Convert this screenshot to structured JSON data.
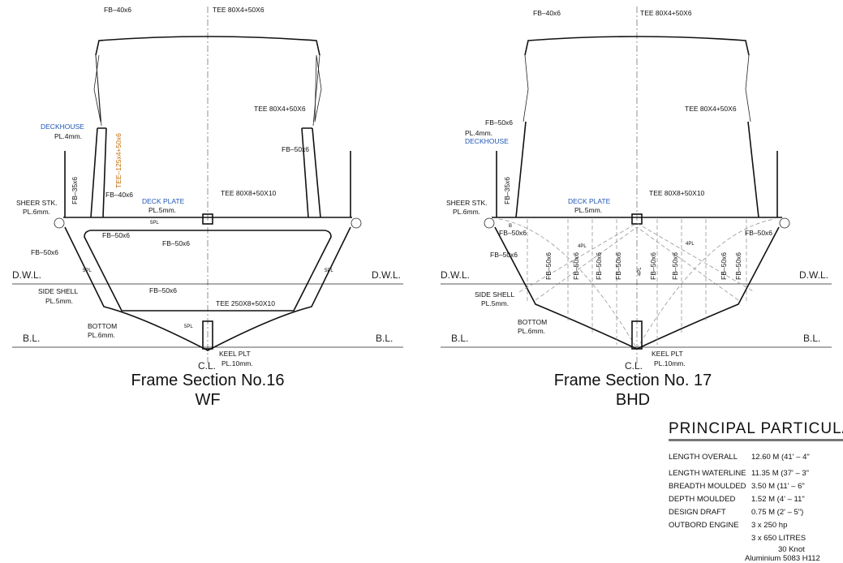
{
  "sec16": {
    "title": "Frame Section No.16",
    "subtitle": "WF",
    "roof_fb": "FB–40x6",
    "roof_tee": "TEE 80X4+50X6",
    "deckhouse": "DECKHOUSE",
    "deckhouse_pl": "PL.4mm.",
    "deckhouse_tee": "TEE–125x4+50x6",
    "side_tee": "TEE 80X4+50X6",
    "side_fb": "FB–50x6",
    "stanchion_fb": "FB–35x6",
    "deck_fb": "FB–40x6",
    "deck_plate": "DECK PLATE",
    "deck_plate_pl": "PL.5mm.",
    "deck_tee": "TEE 80X8+50X10",
    "sheer": "SHEER STK.",
    "sheer_pl": "PL.6mm.",
    "pl5_a": "5PL",
    "frame_fb_a": "FB–50x6",
    "frame_fb_b": "FB–50x6",
    "shell_fb": "FB–50x6",
    "pl5_b": "5PL",
    "pl5_c": "5PL",
    "dwl_l": "D.W.L.",
    "dwl_r": "D.W.L.",
    "side_shell": "SIDE SHELL",
    "side_shell_pl": "PL.5mm.",
    "floor_fb": "FB–50x6",
    "keel_tee": "TEE 250X8+50X10",
    "bottom": "BOTTOM",
    "bottom_pl": "PL.6mm.",
    "pl5_d": "5PL",
    "bl_l": "B.L.",
    "bl_r": "B.L.",
    "cl": "C.L.",
    "keel": "KEEL PLT",
    "keel_pl": "PL.10mm."
  },
  "sec17": {
    "title": "Frame Section No. 17",
    "subtitle": "BHD",
    "roof_fb": "FB–40x6",
    "roof_tee": "TEE 80X4+50X6",
    "side_tee": "TEE 80X4+50X6",
    "deckhouse_fb": "FB–50x6",
    "deckhouse_pl": "PL.4mm.",
    "deckhouse": "DECKHOUSE",
    "stanchion_fb": "FB–35x6",
    "sheer": "SHEER STK.",
    "sheer_pl": "PL.6mm.",
    "deck_plate": "DECK PLATE",
    "deck_plate_pl": "PL.5mm.",
    "deck_tee": "TEE 80X8+50X10",
    "fb_l": "FB–50x6",
    "fb_r": "FB–50x6",
    "pl4_a": "4PL",
    "pl4_b": "4PL",
    "pl4_c": "4PL",
    "fb_shell": "FB–50x6",
    "stiffeners": [
      "FB–50x6",
      "FB–50x6",
      "FB–50x6",
      "FB–50x6",
      "FB–50x6",
      "FB–50x6",
      "FB–50x6",
      "FB–50x6"
    ],
    "dwl_l": "D.W.L.",
    "dwl_r": "D.W.L.",
    "side_shell": "SIDE SHELL",
    "side_shell_pl": "PL.5mm.",
    "bottom": "BOTTOM",
    "bottom_pl": "PL.6mm.",
    "bl_l": "B.L.",
    "bl_r": "B.L.",
    "cl": "C.L.",
    "keel": "KEEL PLT",
    "keel_pl": "PL.10mm.",
    "b_mark": "B"
  },
  "particulars": {
    "title": "PRINCIPAL  PARTICULAR",
    "rows": [
      {
        "k": "LENGTH OVERALL",
        "v": "12.60 M (41' – 4\""
      },
      {
        "k": "LENGTH WATERLINE",
        "v": "11.35 M (37' – 3\""
      },
      {
        "k": "BREADTH MOULDED",
        "v": "3.50 M (11' – 6\""
      },
      {
        "k": "DEPTH MOULDED",
        "v": "1.52 M (4' – 11\""
      },
      {
        "k": "DESIGN DRAFT",
        "v": "0.75 M  (2' – 5\")"
      },
      {
        "k": "OUTBORD ENGINE",
        "v": "3 x 250 hp"
      },
      {
        "k": "",
        "v": "3 x 650 LITRES"
      },
      {
        "k": "",
        "v": "30 Knot"
      },
      {
        "k": "",
        "v": "Aluminium 5083 H112"
      }
    ]
  }
}
